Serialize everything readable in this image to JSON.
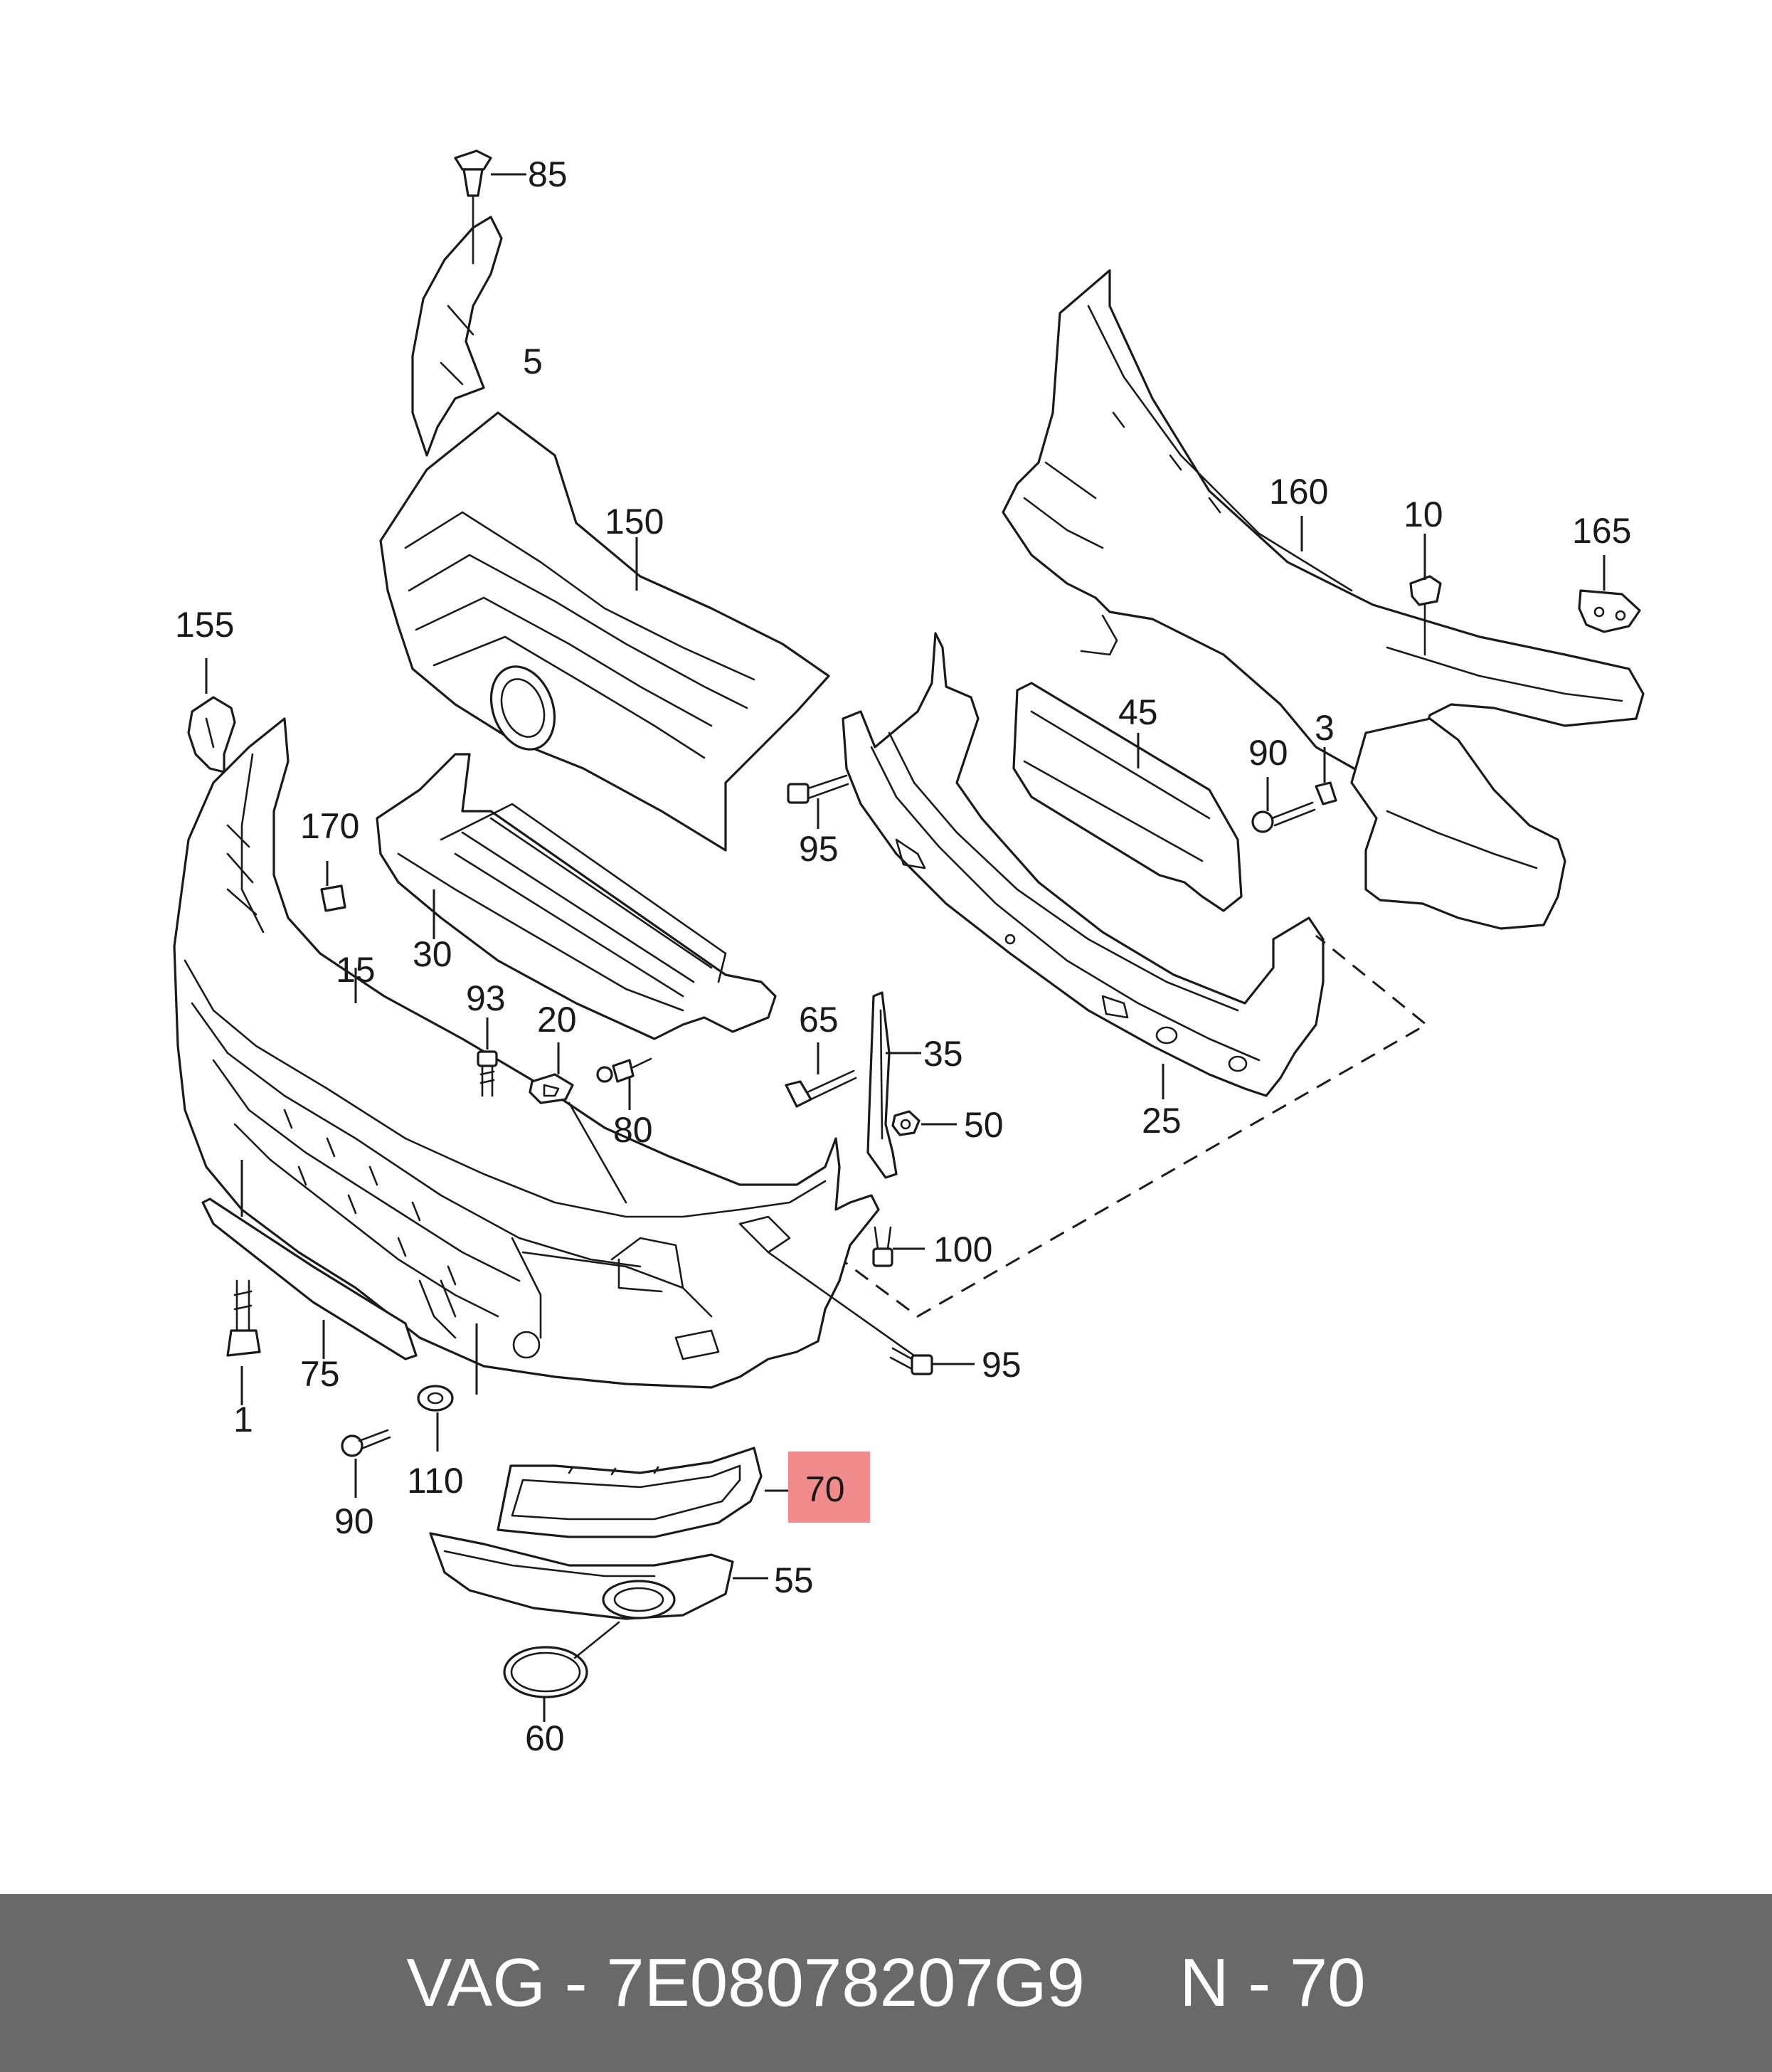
{
  "callouts": {
    "c1": "1",
    "c3": "3",
    "c5": "5",
    "c10": "10",
    "c15": "15",
    "c20": "20",
    "c25": "25",
    "c30": "30",
    "c35": "35",
    "c45": "45",
    "c50": "50",
    "c55": "55",
    "c60": "60",
    "c65": "65",
    "c70": "70",
    "c75": "75",
    "c80": "80",
    "c85": "85",
    "c90a": "90",
    "c90b": "90",
    "c93": "93",
    "c95a": "95",
    "c95b": "95",
    "c100": "100",
    "c110": "110",
    "c150": "150",
    "c155": "155",
    "c160": "160",
    "c165": "165",
    "c170": "170"
  },
  "highlight": {
    "callout": "70",
    "color": "#f28b8b"
  },
  "footer": {
    "text": "VAG - 7E08078207G9     N - 70",
    "background": "#696969"
  }
}
